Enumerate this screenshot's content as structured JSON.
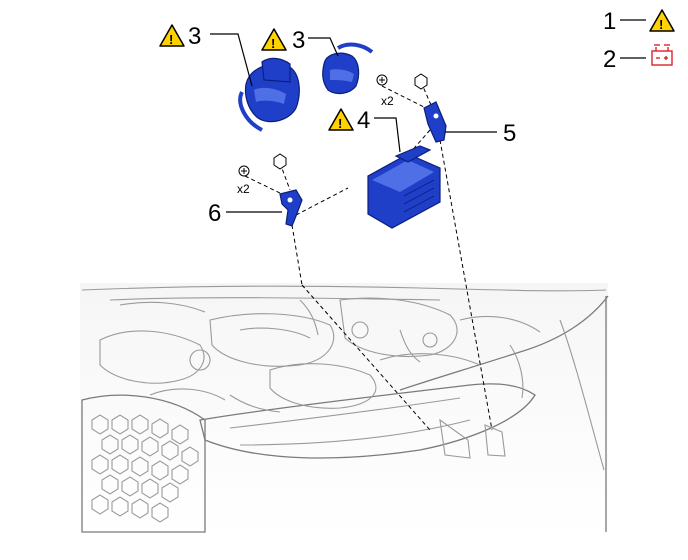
{
  "legend": {
    "item1": {
      "number": "1",
      "icon": "caution-icon"
    },
    "item2": {
      "number": "2",
      "icon": "battery-icon"
    }
  },
  "callouts": {
    "c3a": "3",
    "c3b": "3",
    "c4": "4",
    "c5": "5",
    "c6": "6"
  },
  "quantities": {
    "q_bolts_upper": "x2",
    "q_bolts_lower": "x2"
  },
  "colors": {
    "part_blue": "#1f3fc8",
    "warning_yellow": "#ffd200",
    "battery_red": "#e0202a"
  }
}
